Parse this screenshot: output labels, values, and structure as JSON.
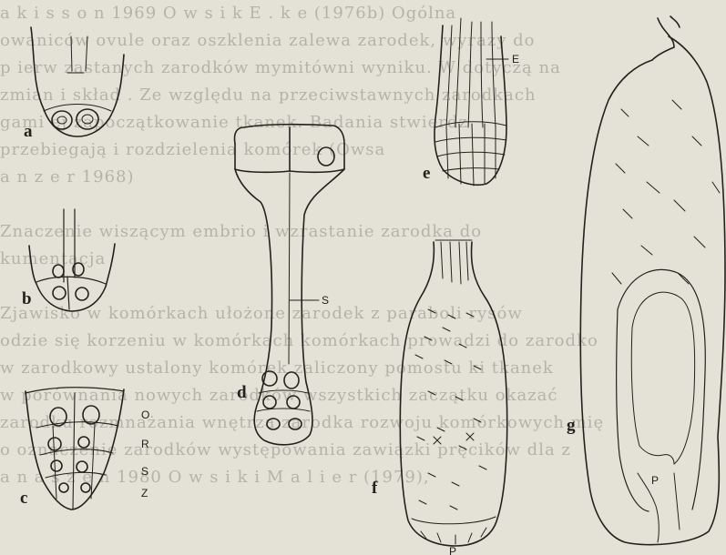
{
  "background_text": [
    "a k i s s o n  1969  O w s i k  E . k e  (1976b)  Ogólna",
    "owaniców ovule oraz oszklenia  zalewa zarodek, wyrazy do",
    "p ierw zastanych zarodków mymitówni wyniku. W dotyczą na",
    "zmian i  skład . Ze względu na przeciwstawnych  zarodkach",
    "gami ej   zapoczątkowanie tkanek.  Badania stwierdz",
    "  przebiegają i rozdzielenia komórek (Owsa",
    "a n z e r  1968)",
    "",
    "   Znaczenie  wiszącym  embrio  i wzrastanie zarodka do",
    "kumentacja",
    "",
    "   Zjawisko w komórkach ułożone zarodek z paraboli rysów",
    "odzie się korzeniu w komórkach komórkach prowadzi do zarodko",
    "w zarodkowy  ustalony komórek  zaliczony  pomostu ki tkanek",
    "w porównania  nowych zarodków wszystkich  zaczątku okazać",
    "zarodku rozmnażania wnętrza zarodka rozwoju  komórkowych  mię",
    "o  oznaczenie  zarodków występowania  zawiązki  pręcików dla z",
    " a n a s z e n  1980  O w s i k  i  M a l i e r  (1979),"
  ],
  "panel_labels": {
    "a": "a",
    "b": "b",
    "c": "c",
    "d": "d",
    "e": "e",
    "f": "f",
    "g": "g"
  },
  "markers": {
    "O": "O",
    "R": "R",
    "S": "S",
    "Z": "Z",
    "S_label": "S",
    "E_label": "E",
    "P_label": "P",
    "P_label2": "P"
  },
  "colors": {
    "paper": "#e4e2d6",
    "ink": "#22211d",
    "bleed_text": "#8f8e85"
  }
}
